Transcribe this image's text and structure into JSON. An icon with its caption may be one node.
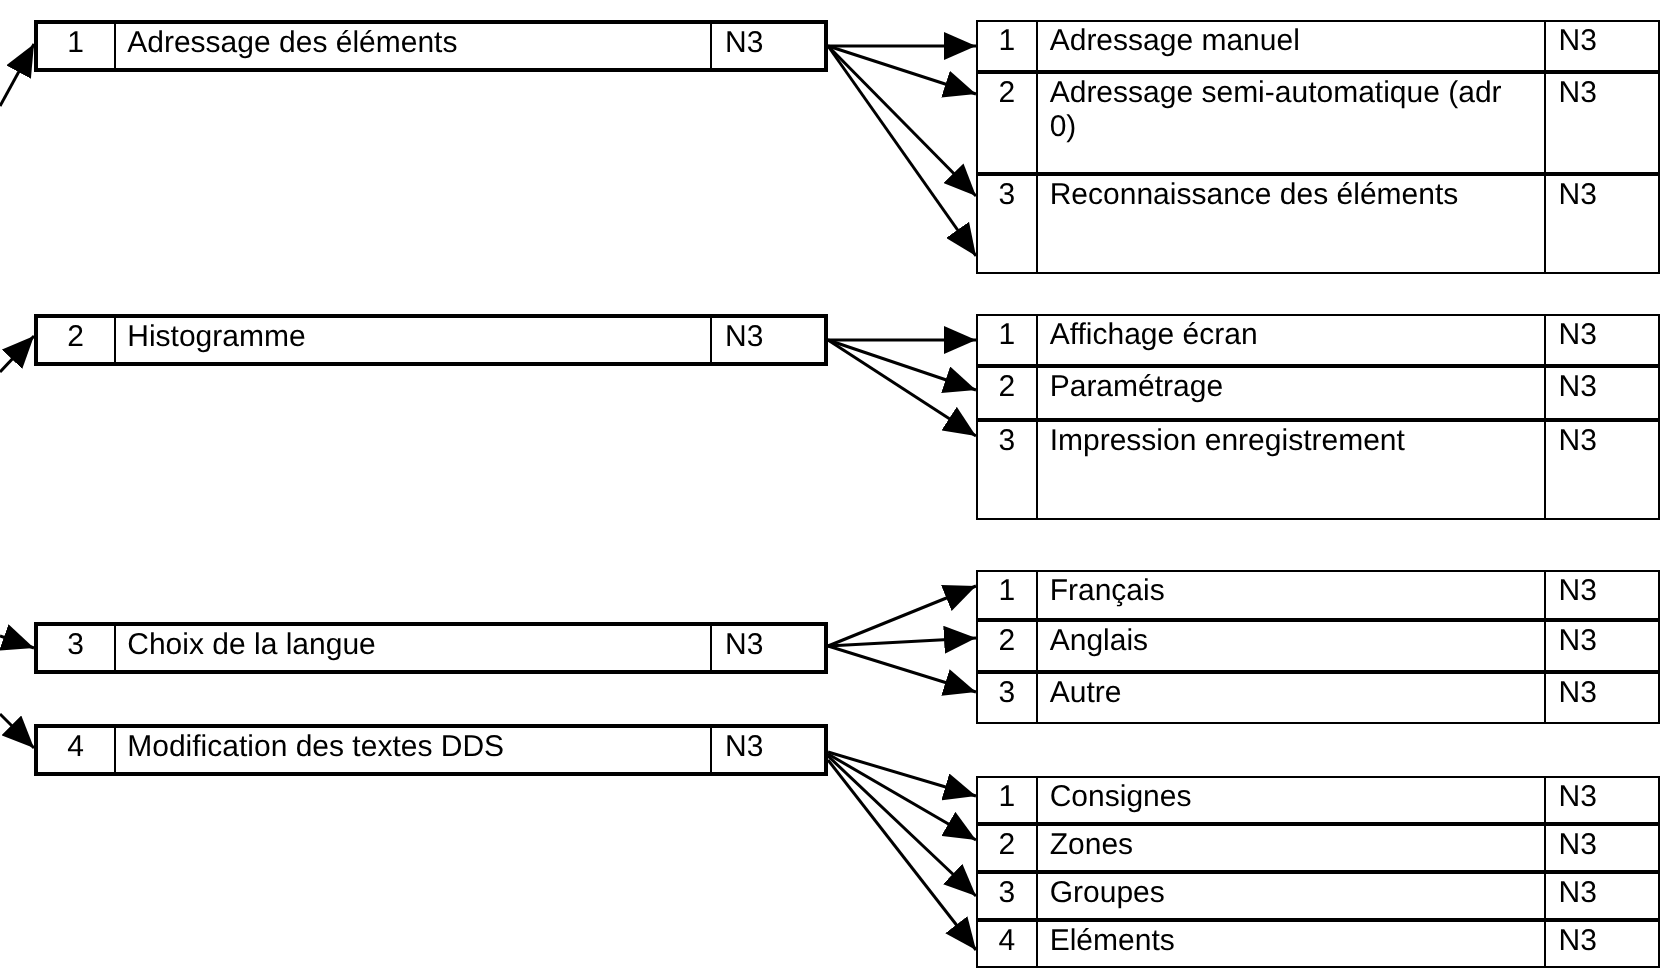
{
  "diagram": {
    "nodes": [
      {
        "text": [
          "1",
          "Adressage des éléments",
          "N3"
        ]
      },
      {
        "text": [
          "1",
          "Adressage manuel",
          "N3"
        ]
      },
      {
        "text": [
          "2",
          "Adressage semi-automatique (adr 0)",
          "N3"
        ]
      },
      {
        "text": [
          "3",
          "Reconnaissance des éléments",
          "N3"
        ]
      },
      {
        "text": [
          "2",
          "Histogramme",
          "N3"
        ]
      },
      {
        "text": [
          "1",
          "Affichage écran",
          "N3"
        ]
      },
      {
        "text": [
          "2",
          "Paramétrage",
          "N3"
        ]
      },
      {
        "text": [
          "3",
          "Impression enregistrement",
          "N3"
        ]
      },
      {
        "text": [
          "3",
          "Choix de la langue",
          "N3"
        ]
      },
      {
        "text": [
          "1",
          "Français",
          "N3"
        ]
      },
      {
        "text": [
          "2",
          "Anglais",
          "N3"
        ]
      },
      {
        "text": [
          "3",
          "Autre",
          "N3"
        ]
      },
      {
        "text": [
          "4",
          "Modification des textes DDS",
          "N3"
        ]
      },
      {
        "text": [
          "1",
          "Consignes",
          "N3"
        ]
      },
      {
        "text": [
          "2",
          "Zones",
          "N3"
        ]
      },
      {
        "text": [
          "3",
          "Groupes",
          "N3"
        ]
      },
      {
        "text": [
          "4",
          "Eléments",
          "N3"
        ]
      }
    ],
    "edges": [
      {
        "from": null,
        "to": 0,
        "arrow": "to"
      },
      {
        "from": 0,
        "to": 1,
        "arrow": "to"
      },
      {
        "from": 0,
        "to": 2,
        "arrow": "to"
      },
      {
        "from": 0,
        "to": 3,
        "arrow": "to"
      },
      {
        "from": 0,
        "to": 3,
        "arrow": "to"
      },
      {
        "from": null,
        "to": 4,
        "arrow": "to"
      },
      {
        "from": 4,
        "to": 5,
        "arrow": "to"
      },
      {
        "from": 4,
        "to": 6,
        "arrow": "to"
      },
      {
        "from": 4,
        "to": 7,
        "arrow": "to"
      },
      {
        "from": null,
        "to": 8,
        "arrow": "to"
      },
      {
        "from": 8,
        "to": 9,
        "arrow": "to"
      },
      {
        "from": 8,
        "to": 10,
        "arrow": "to"
      },
      {
        "from": 8,
        "to": 11,
        "arrow": "to"
      },
      {
        "from": null,
        "to": 12,
        "arrow": "to"
      },
      {
        "from": 12,
        "to": 13,
        "arrow": "to"
      },
      {
        "from": 12,
        "to": 14,
        "arrow": "to"
      },
      {
        "from": 12,
        "to": 15,
        "arrow": "to"
      },
      {
        "from": 12,
        "to": 16,
        "arrow": "to"
      }
    ]
  }
}
